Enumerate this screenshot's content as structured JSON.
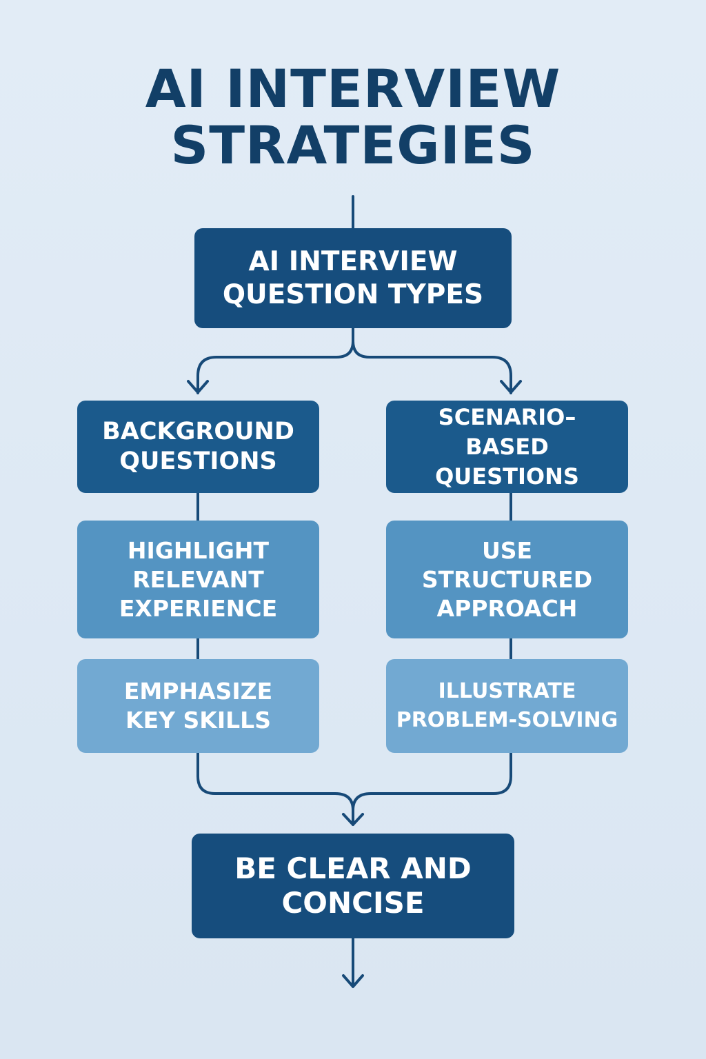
{
  "title": {
    "line1": "AI INTERVIEW",
    "line2": "STRATEGIES"
  },
  "nodes": {
    "question_types": "AI INTERVIEW\nQUESTION TYPES",
    "background_questions": "BACKGROUND\nQUESTIONS",
    "scenario_questions": "SCENARIO–\nBASED QUESTIONS",
    "highlight_experience": "HIGHLIGHT\nRELEVANT\nEXPERIENCE",
    "structured_approach": "USE\nSTRUCTURED\nAPPROACH",
    "emphasize_skills": "EMPHASIZE\nKEY SKILLS",
    "illustrate_problem": "ILLUSTRATE\nPROBLEM-SOLVING",
    "clear_concise": "BE CLEAR AND\nCONCISE"
  },
  "colors": {
    "background": "#dfeaf4",
    "title": "#123f67",
    "dark_box": "#164d7d",
    "mid_box": "#1b5a8c",
    "light_box": "#5494c2",
    "pale_box": "#72a9d2",
    "connector": "#174a78"
  }
}
